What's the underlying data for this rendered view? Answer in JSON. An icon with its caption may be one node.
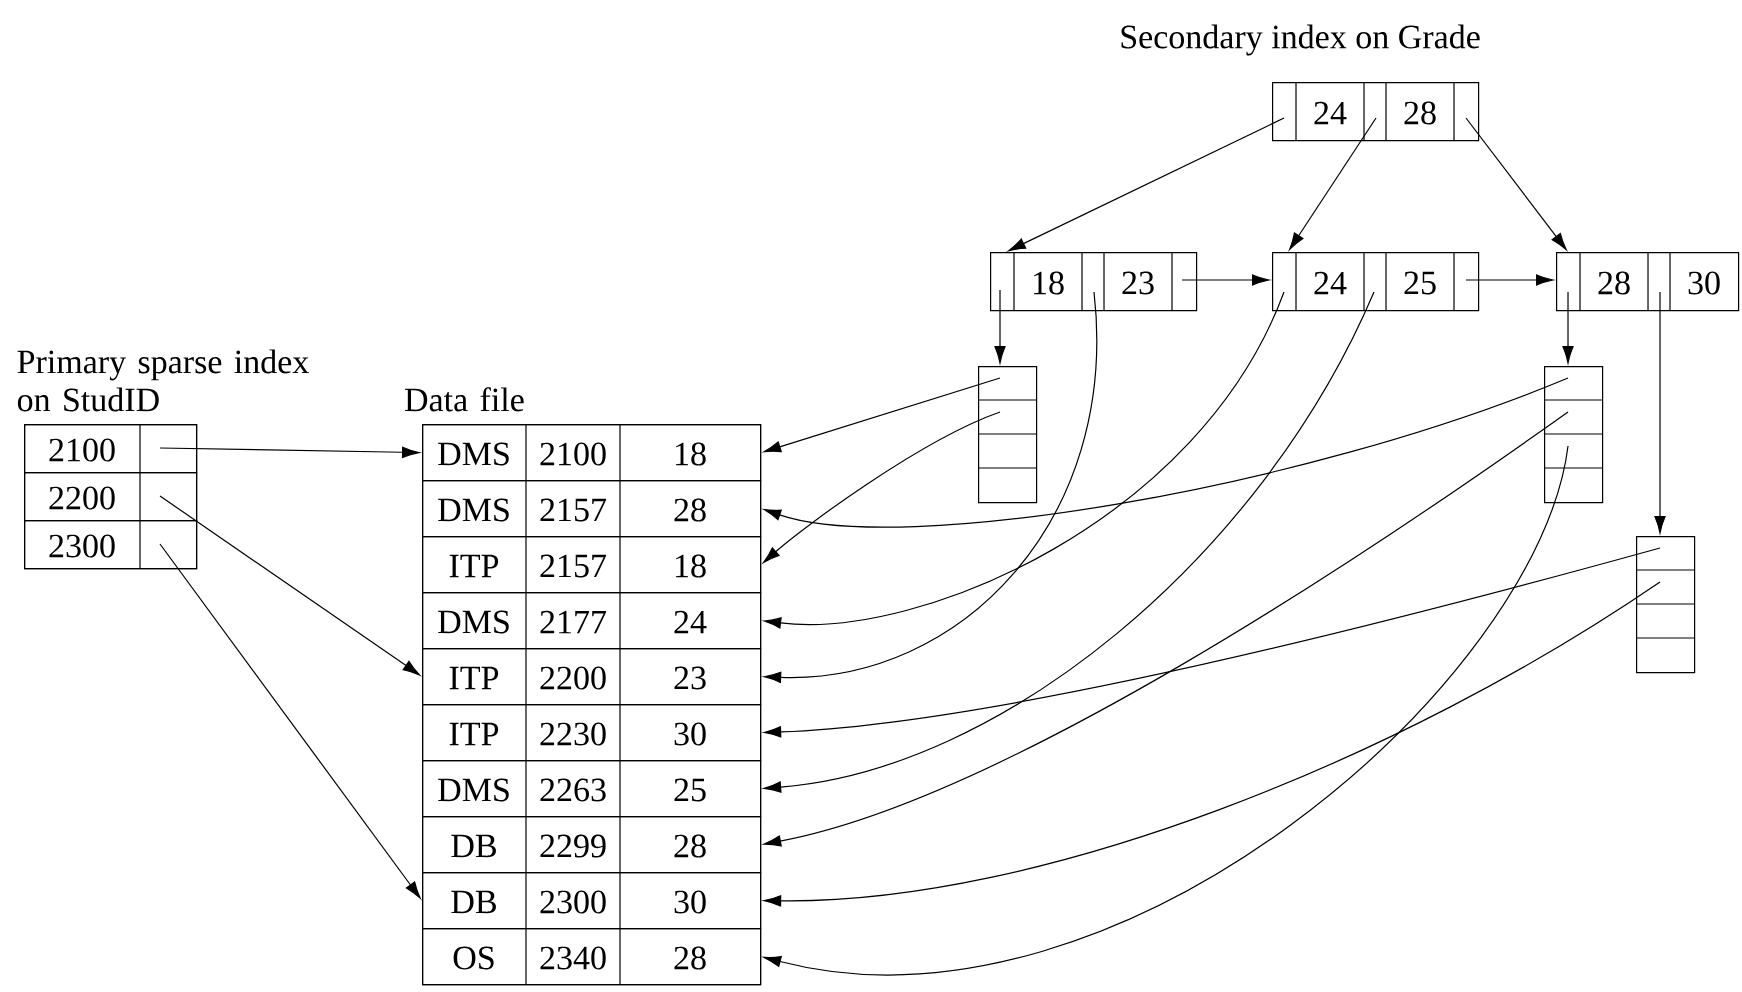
{
  "diagram": {
    "title": "Secondary index on Grade",
    "nodes": [
      {
        "text": [
          "Primary sparse index on StudID"
        ]
      },
      {
        "text": [
          "2100"
        ],
        "in": 0
      },
      {
        "text": [
          "2200"
        ],
        "in": 0
      },
      {
        "text": [
          "2300"
        ],
        "in": 0
      },
      {
        "text": [
          "Data file"
        ]
      },
      {
        "text": [
          "DMS",
          "2100",
          "18"
        ],
        "in": 4
      },
      {
        "text": [
          "DMS",
          "2157",
          "28"
        ],
        "in": 4
      },
      {
        "text": [
          "ITP",
          "2157",
          "18"
        ],
        "in": 4
      },
      {
        "text": [
          "DMS",
          "2177",
          "24"
        ],
        "in": 4
      },
      {
        "text": [
          "ITP",
          "2200",
          "23"
        ],
        "in": 4
      },
      {
        "text": [
          "ITP",
          "2230",
          "30"
        ],
        "in": 4
      },
      {
        "text": [
          "DMS",
          "2263",
          "25"
        ],
        "in": 4
      },
      {
        "text": [
          "DB",
          "2299",
          "28"
        ],
        "in": 4
      },
      {
        "text": [
          "DB",
          "2300",
          "30"
        ],
        "in": 4
      },
      {
        "text": [
          "OS",
          "2340",
          "28"
        ],
        "in": 4
      },
      {
        "text": [
          "24",
          "28"
        ]
      },
      {
        "text": [
          "18",
          "23"
        ]
      },
      {
        "text": [
          "24",
          "25"
        ]
      },
      {
        "text": [
          "28",
          "30"
        ]
      },
      {
        "text": [],
        "shape": "box"
      },
      {
        "text": [],
        "shape": "box"
      },
      {
        "text": [],
        "shape": "box"
      }
    ],
    "edges": [
      {
        "from": 1,
        "to": 5,
        "arrow": "to"
      },
      {
        "from": 2,
        "to": 9,
        "arrow": "to"
      },
      {
        "from": 3,
        "to": 13,
        "arrow": "to"
      },
      {
        "from": 15,
        "to": 16,
        "arrow": "to"
      },
      {
        "from": 15,
        "to": 17,
        "arrow": "to"
      },
      {
        "from": 15,
        "to": 18,
        "arrow": "to"
      },
      {
        "from": 16,
        "to": 17,
        "arrow": "to"
      },
      {
        "from": 17,
        "to": 18,
        "arrow": "to"
      },
      {
        "from": 16,
        "to": 19,
        "arrow": "to"
      },
      {
        "from": 16,
        "to": 9,
        "arrow": "to"
      },
      {
        "from": 17,
        "to": 8,
        "arrow": "to"
      },
      {
        "from": 17,
        "to": 11,
        "arrow": "to"
      },
      {
        "from": 18,
        "to": 20,
        "arrow": "to"
      },
      {
        "from": 18,
        "to": 21,
        "arrow": "to"
      },
      {
        "from": 19,
        "to": 5,
        "arrow": "to"
      },
      {
        "from": 19,
        "to": 7,
        "arrow": "to"
      },
      {
        "from": 20,
        "to": 6,
        "arrow": "to"
      },
      {
        "from": 20,
        "to": 12,
        "arrow": "to"
      },
      {
        "from": 20,
        "to": 14,
        "arrow": "to"
      },
      {
        "from": 21,
        "to": 10,
        "arrow": "to"
      },
      {
        "from": 21,
        "to": 13,
        "arrow": "to"
      }
    ]
  }
}
